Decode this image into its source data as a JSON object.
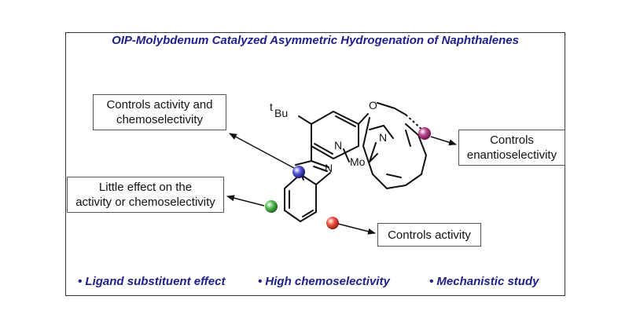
{
  "title": "OIP-Molybdenum Catalyzed Asymmetric Hydrogenation of Naphthalenes",
  "boxes": {
    "top_left": [
      "Controls activity and",
      "chemoselectivity"
    ],
    "left": [
      "Little effect on the",
      "activity or chemoselectivity"
    ],
    "right": [
      "Controls",
      "enantioselectivity"
    ],
    "bottom": "Controls activity"
  },
  "bullets": [
    "• Ligand substituent effect",
    "• High chemoselectivity",
    "• Mechanistic study"
  ],
  "atoms": {
    "tbu_sup": "t",
    "tbu": "Bu",
    "o": "O",
    "n_pyridine": "N",
    "n_oxazoline": "N",
    "n_imine": "N",
    "mo": "Mo"
  },
  "colors": {
    "title": "#1f1f8c",
    "blue_sphere": "#2b2ba8",
    "green_sphere": "#3a9a3a",
    "red_sphere": "#e03a2a",
    "purple_sphere": "#9c2a6e"
  }
}
